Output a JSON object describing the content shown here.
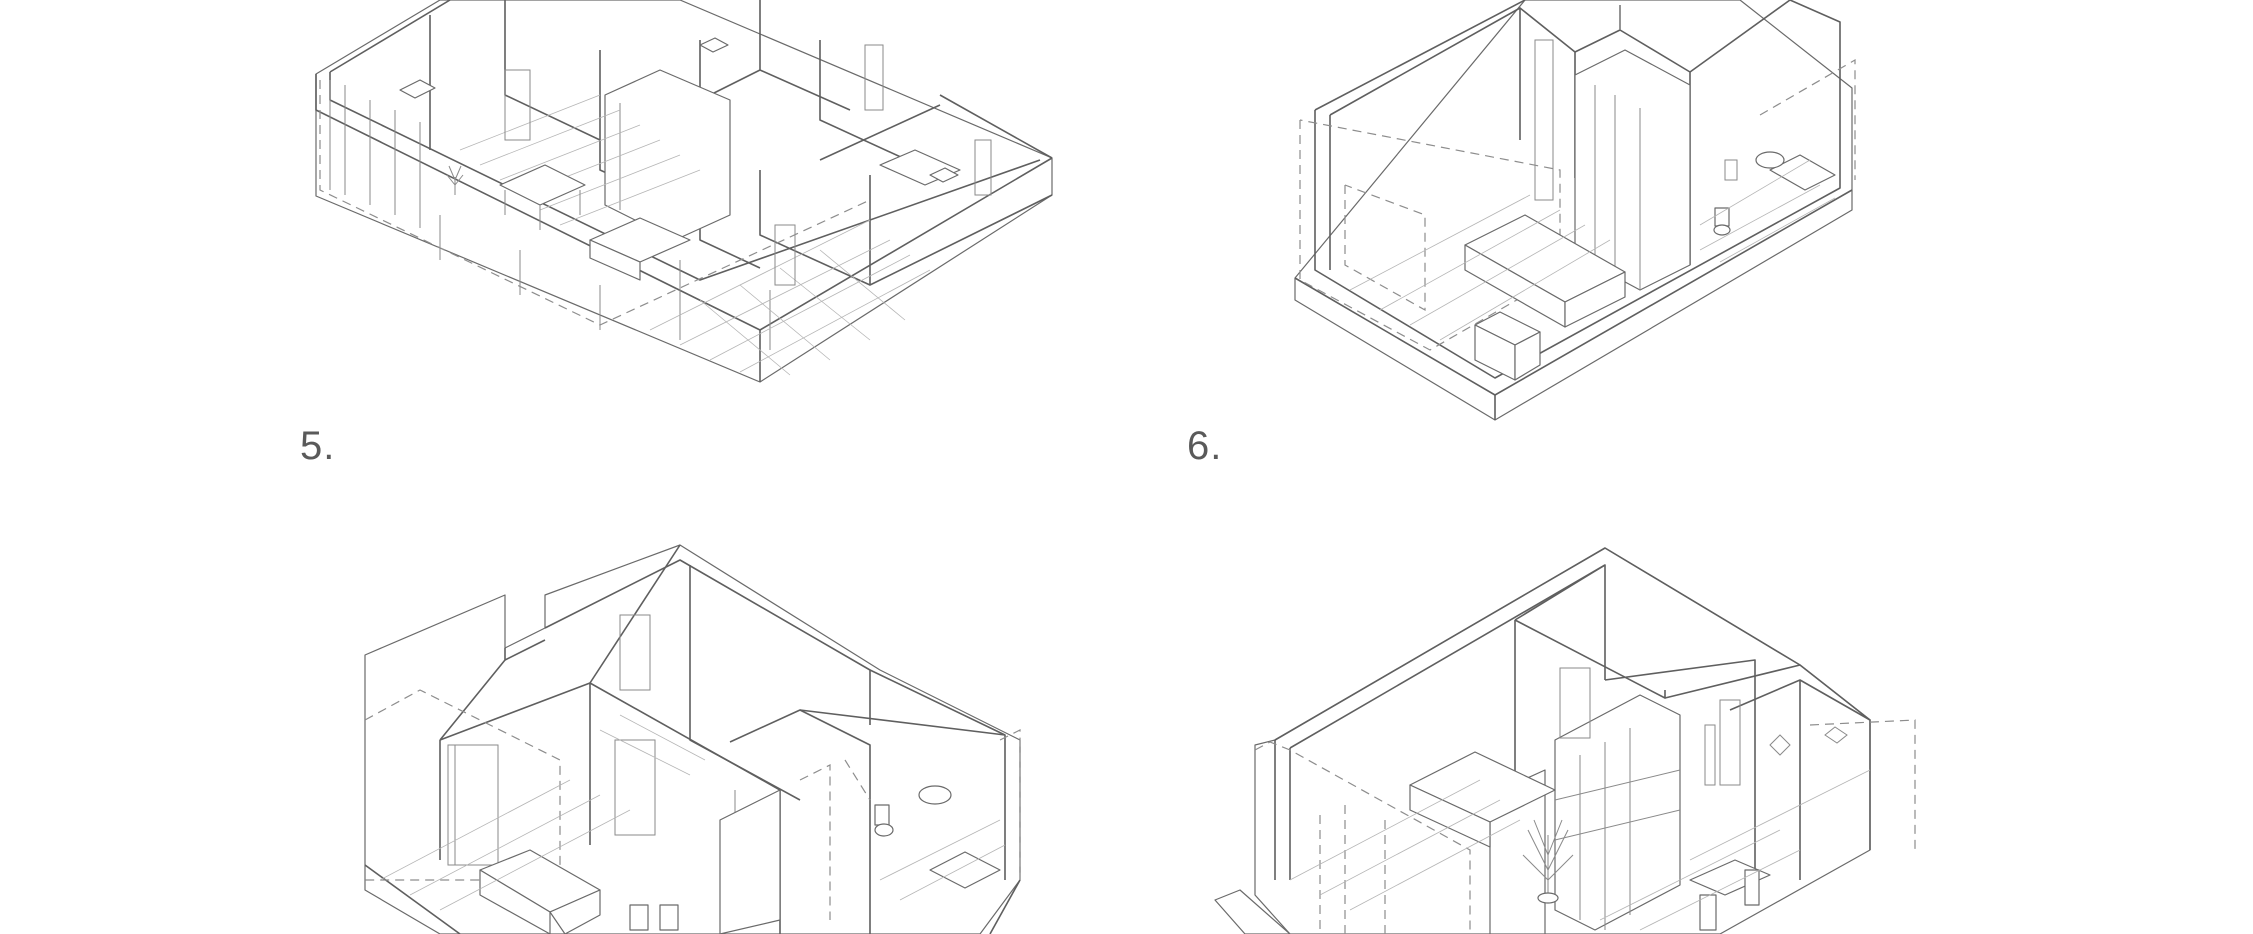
{
  "drawings": [
    {
      "id": "drawing-5",
      "label": "5."
    },
    {
      "id": "drawing-6",
      "label": "6."
    }
  ]
}
